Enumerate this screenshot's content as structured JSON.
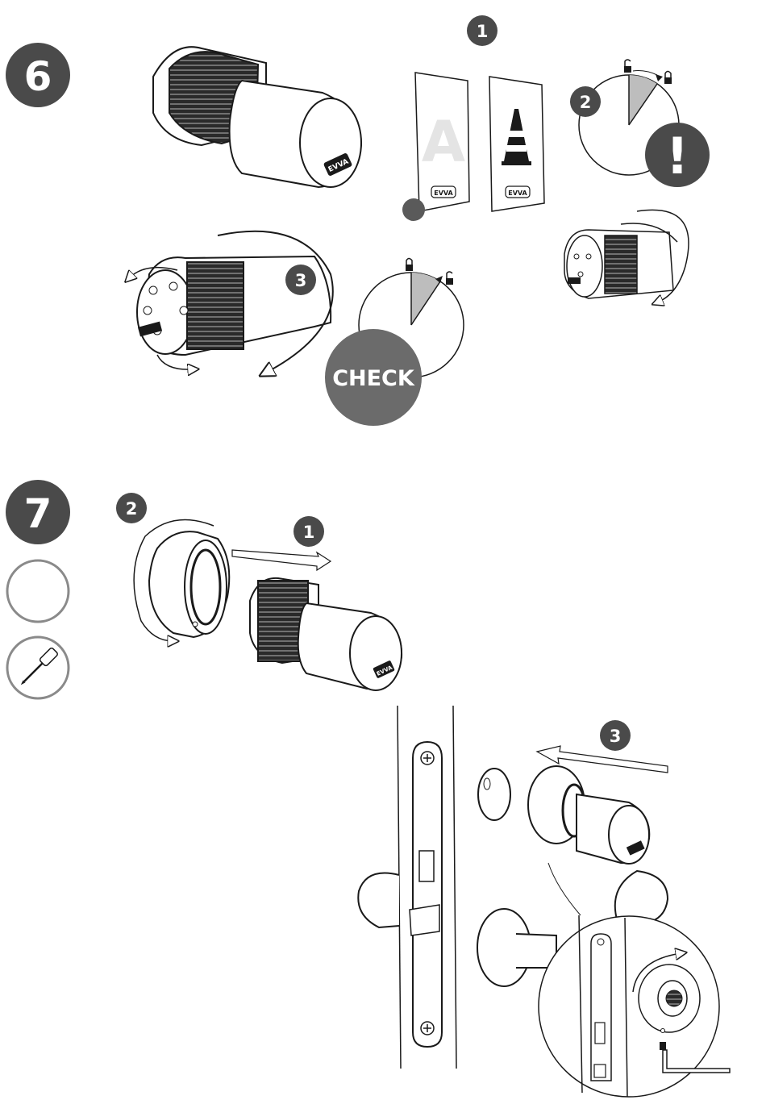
{
  "steps": {
    "six": {
      "number": "6"
    },
    "seven": {
      "number": "7"
    }
  },
  "badges": {
    "s6_cards": "1",
    "s6_timer": "2",
    "s6_rotate": "3",
    "s7_slide": "1",
    "s7_ring": "2",
    "s7_mount": "3"
  },
  "labels": {
    "card_a_letter": "A",
    "brand": "EVVA",
    "check": "CHECK",
    "warning": "!"
  },
  "icons": [
    "lock-closed-icon",
    "lock-open-icon",
    "screwdriver-icon",
    "rotate-arrow-icon",
    "slide-arrow-icon"
  ],
  "colors": {
    "badge": "#4a4a4a",
    "check": "#6b6b6b",
    "wedge": "#bdbdbd",
    "line": "#1a1a1a",
    "ring": "#8a8a8a"
  }
}
